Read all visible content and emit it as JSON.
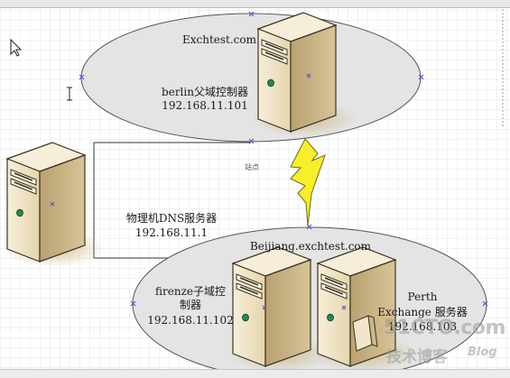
{
  "diagram": {
    "top_domain": {
      "title": "Exchtest.com",
      "server_label_line1": "berlin父域控制器",
      "server_label_line2": "192.168.11.101"
    },
    "site_label": "站点",
    "dns_server": {
      "label_line1": "物理机DNS服务器",
      "label_line2": "192.168.11.1"
    },
    "bottom_domain": {
      "title": "Beijiang.exchtest.com",
      "dc_label_line1": "firenze子域控",
      "dc_label_line2": "制器",
      "dc_label_line3": "192.168.11.102",
      "exchange_label_line1": "Perth",
      "exchange_label_line2": "Exchange 服务器",
      "exchange_label_line3": "192.168.103"
    }
  },
  "watermark": {
    "line1": "51CTO.com",
    "line2": "技术博客",
    "line3": "Blog"
  },
  "colors": {
    "ellipse_fill": "#e4e4e4",
    "ellipse_stroke": "#555555",
    "server_front": "#efe3c5",
    "server_side": "#c8b486",
    "server_top": "#f6eed8",
    "lightning": "#f7ef2a",
    "grid": "#e3e6ea"
  }
}
